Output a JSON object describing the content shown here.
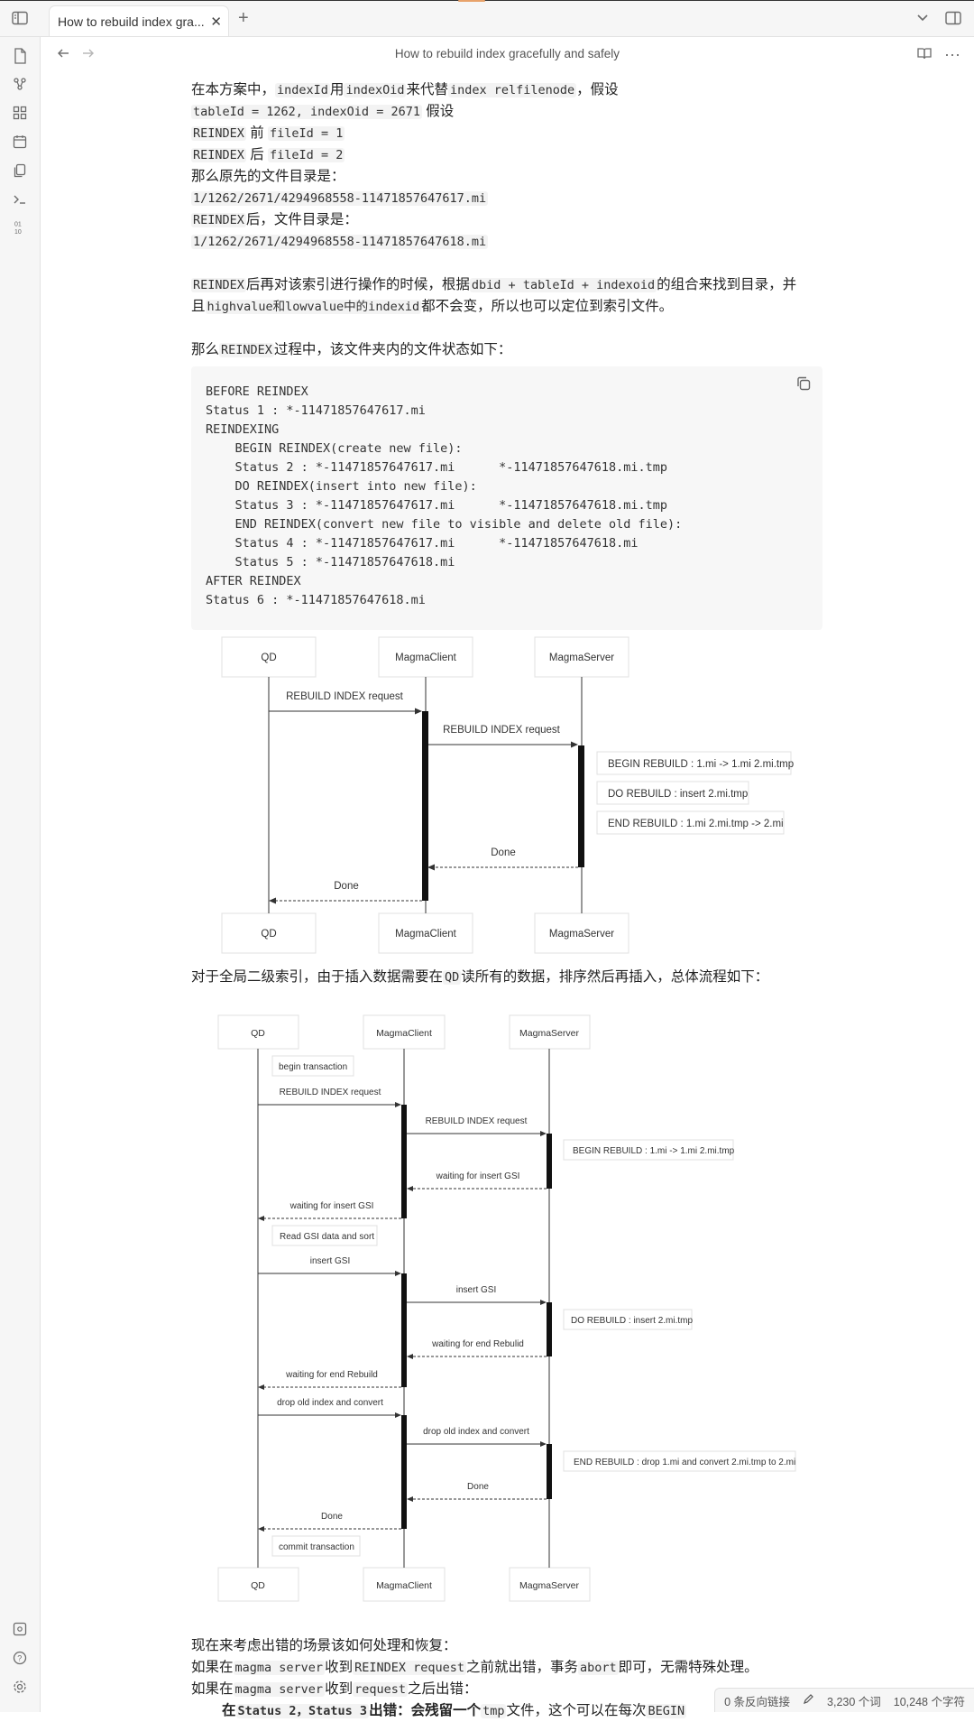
{
  "tab": {
    "title": "How to rebuild index gra...",
    "close": "✕",
    "new": "+"
  },
  "view": {
    "title": "How to rebuild index gracefully and safely"
  },
  "body": {
    "p1a": "在本方案中，",
    "p1b": "indexId",
    "p1c": "用",
    "p1d": "indexOid",
    "p1e": "来代替",
    "p1f": "index relfilenode",
    "p1g": "，假设",
    "p2a": "tableId = 1262, indexOid = 2671",
    "p2b": "假设",
    "p3a": "REINDEX",
    "p3b": "前",
    "p3c": "fileId = 1",
    "p4a": "REINDEX",
    "p4b": "后",
    "p4c": "fileId = 2",
    "p5": "那么原先的文件目录是：",
    "p6": "1/1262/2671/4294968558-11471857647617.mi",
    "p7a": "REINDEX",
    "p7b": "后，文件目录是：",
    "p8": "1/1262/2671/4294968558-11471857647618.mi",
    "p9a": "REINDEX",
    "p9b": "后再对该索引进行操作的时候，根据",
    "p9c": "dbid + tableId + indexoid",
    "p9d": "的组合来找到目录，并",
    "p10a": "且",
    "p10b": "highvalue和lowvalue中的indexid",
    "p10c": "都不会变，所以也可以定位到索引文件。",
    "p11a": "那么",
    "p11b": "REINDEX",
    "p11c": "过程中，该文件夹内的文件状态如下：",
    "code": [
      "BEFORE REINDEX",
      "Status 1 : *-11471857647617.mi",
      "REINDEXING",
      "    BEGIN REINDEX(create new file):",
      "    Status 2 : *-11471857647617.mi      *-11471857647618.mi.tmp",
      "    DO REINDEX(insert into new file):",
      "    Status 3 : *-11471857647617.mi      *-11471857647618.mi.tmp",
      "    END REINDEX(convert new file to visible and delete old file):",
      "    Status 4 : *-11471857647617.mi      *-11471857647618.mi",
      "    Status 5 : *-11471857647618.mi",
      "AFTER REINDEX",
      "Status 6 : *-11471857647618.mi"
    ],
    "p12a": "对于全局二级索引，由于插入数据需要在",
    "p12b": "QD",
    "p12c": "读所有的数据，排序然后再插入，总体流程如下：",
    "p13": "现在来考虑出错的场景该如何处理和恢复：",
    "p14a": "如果在",
    "p14b": "magma server",
    "p14c": "收到",
    "p14d": "REINDEX request",
    "p14e": "之前就出错，事务",
    "p14f": "abort",
    "p14g": "即可，无需特殊处理。",
    "p15a": "如果在",
    "p15b": "magma server",
    "p15c": "收到",
    "p15d": "request",
    "p15e": "之后出错：",
    "p16a": "在",
    "p16b": "Status 2，Status 3",
    "p16c": "出错：会残留一个",
    "p16d": "tmp",
    "p16e": "文件，这个可以在每次",
    "p16f": "BEGIN"
  },
  "diagram1": {
    "actors": [
      "QD",
      "MagmaClient",
      "MagmaServer"
    ],
    "msg1": "REBUILD INDEX request",
    "msg2": "REBUILD INDEX request",
    "note1": "BEGIN REBUILD : 1.mi -> 1.mi 2.mi.tmp",
    "note2": "DO REBUILD : insert 2.mi.tmp",
    "note3": "END REBUILD : 1.mi 2.mi.tmp -> 2.mi",
    "ret1": "Done",
    "ret2": "Done"
  },
  "diagram2": {
    "actors": [
      "QD",
      "MagmaClient",
      "MagmaServer"
    ],
    "note_begin": "begin transaction",
    "m1": "REBUILD INDEX request",
    "m2": "REBUILD INDEX request",
    "n1": "BEGIN REBUILD : 1.mi -> 1.mi 2.mi.tmp",
    "r1": "waiting for insert GSI",
    "r2": "waiting for insert GSI",
    "note_read": "Read GSI data and sort",
    "m3": "insert GSI",
    "m4": "insert GSI",
    "n2": "DO REBUILD : insert 2.mi.tmp",
    "r3": "waiting for end Rebulid",
    "r4": "waiting for end Rebuild",
    "m5": "drop old index and convert",
    "m6": "drop old index and convert",
    "n3": "END REBUILD : drop 1.mi and convert 2.mi.tmp to 2.mi",
    "r5": "Done",
    "r6": "Done",
    "note_commit": "commit transaction"
  },
  "status": {
    "backlinks": "0 条反向链接",
    "words": "3,230 个词",
    "chars": "10,248 个字符"
  },
  "icons": {
    "sidebar_toggle": "sidebar-left-icon",
    "tab_list": "chevron-down-icon",
    "right_sidebar": "sidebar-right-icon",
    "back": "arrow-left-icon",
    "forward": "arrow-right-icon",
    "reading": "book-open-icon",
    "more": "more-horizontal-icon",
    "copy": "copy-icon",
    "edit": "pencil-icon"
  }
}
